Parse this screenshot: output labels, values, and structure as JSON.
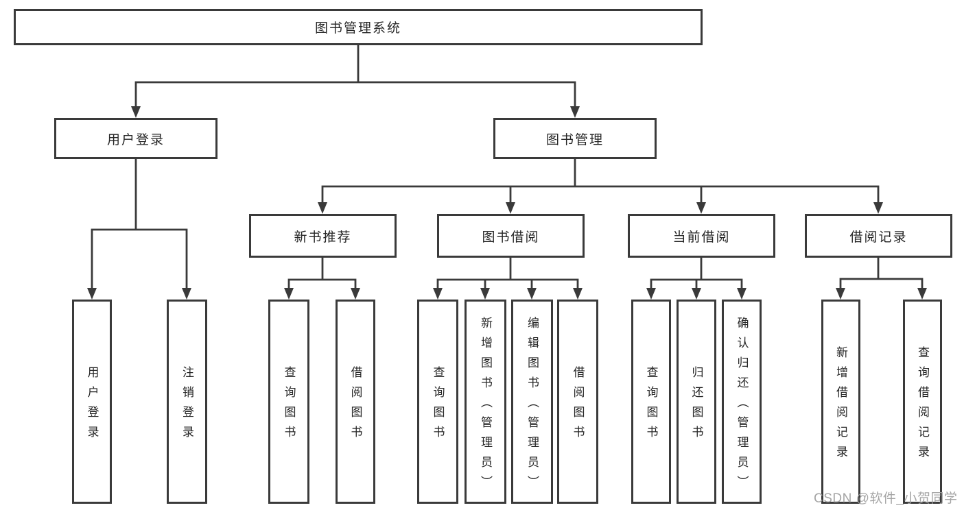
{
  "tree": {
    "label": "图书管理系统",
    "children": [
      {
        "label": "用户登录",
        "children": [
          {
            "label": "用户登录"
          },
          {
            "label": "注销登录"
          }
        ]
      },
      {
        "label": "图书管理",
        "children": [
          {
            "label": "新书推荐",
            "children": [
              {
                "label": "查询图书"
              },
              {
                "label": "借阅图书"
              }
            ]
          },
          {
            "label": "图书借阅",
            "children": [
              {
                "label": "查询图书"
              },
              {
                "label": "新增图书（管理员）"
              },
              {
                "label": "编辑图书（管理员）"
              },
              {
                "label": "借阅图书"
              }
            ]
          },
          {
            "label": "当前借阅",
            "children": [
              {
                "label": "查询图书"
              },
              {
                "label": "归还图书"
              },
              {
                "label": "确认归还（管理员）"
              }
            ]
          },
          {
            "label": "借阅记录",
            "children": [
              {
                "label": "新增借阅记录"
              },
              {
                "label": "查询借阅记录"
              }
            ]
          }
        ]
      }
    ]
  },
  "watermark": {
    "text": "CSDN @软件_小贺同学"
  },
  "colors": {
    "line": "#3a3a3a",
    "box_border": "#3a3a3a",
    "text": "#262626",
    "watermark": "#9e9e9e",
    "background": "#ffffff"
  }
}
